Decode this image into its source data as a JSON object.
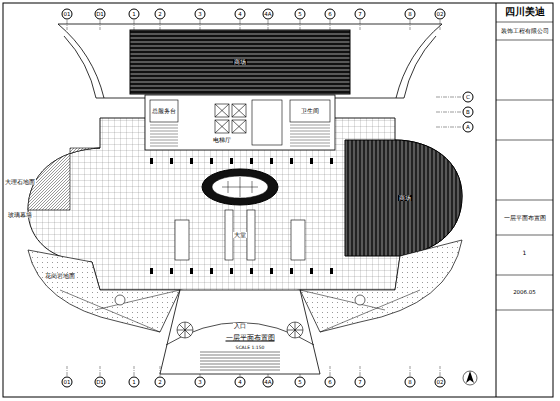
{
  "diagram": {
    "title": "一层平面布置图",
    "caption": "SCALE 1:150",
    "nodes": [
      {
        "text": [
          "四川美迪"
        ]
      },
      {
        "text": [
          "装饰工程有限公司"
        ]
      },
      {
        "text": [
          "一层平面布置图"
        ]
      },
      {
        "text": [
          "1"
        ]
      },
      {
        "text": [
          "2006.05"
        ]
      }
    ],
    "labels": [
      "01",
      "D1",
      "1",
      "2",
      "3",
      "4",
      "4A",
      "5",
      "6",
      "7",
      "8",
      "02",
      "01",
      "D1",
      "1",
      "2",
      "3",
      "4",
      "4A",
      "5",
      "6",
      "7",
      "8",
      "02",
      "C",
      "B",
      "A",
      "商场",
      "商场",
      "电梯厅",
      "卫生间",
      "大堂",
      "入口",
      "大理石地面",
      "玻璃幕墙",
      "花岗岩地面",
      "总服务台"
    ]
  }
}
